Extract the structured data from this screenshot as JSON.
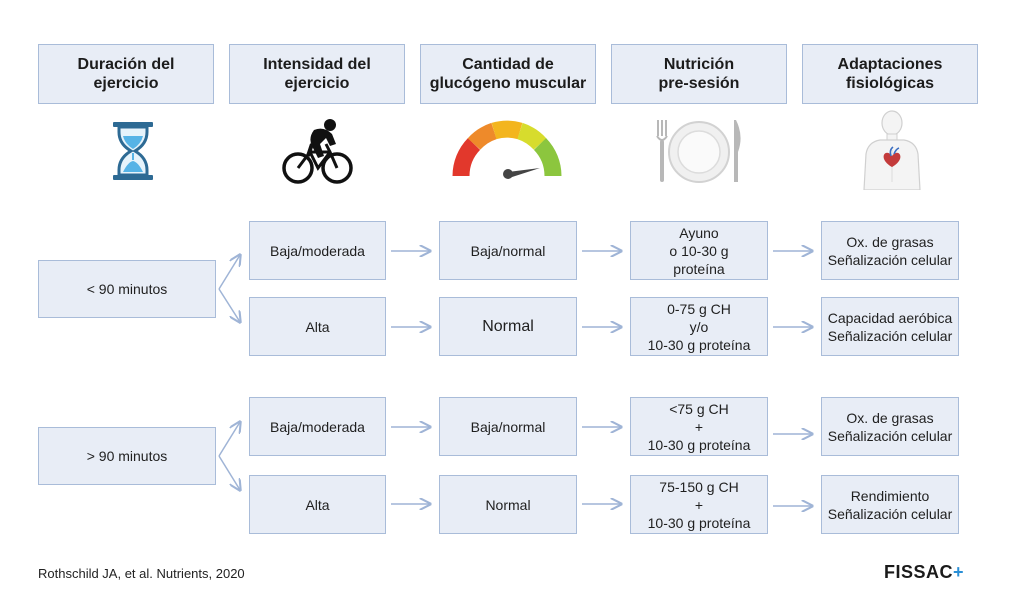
{
  "headers": [
    "Duración del\nejercicio",
    "Intensidad del\nejercicio",
    "Cantidad de\nglucógeno muscular",
    "Nutrición\npre-sesión",
    "Adaptaciones\nfisiológicas"
  ],
  "icons": [
    "hourglass-icon",
    "cyclist-icon",
    "gauge-icon",
    "plate-cutlery-icon",
    "human-torso-heart-icon"
  ],
  "groups": [
    {
      "duration": "< 90 minutos",
      "rows": [
        {
          "intensity": "Baja/moderada",
          "glycogen": "Baja/normal",
          "nutrition": "Ayuno\no 10-30 g\nproteína",
          "adaptation": "Ox. de grasas\nSeñalización celular"
        },
        {
          "intensity": "Alta",
          "glycogen": "Normal",
          "nutrition": "0-75 g CH\ny/o\n10-30 g proteína",
          "adaptation": "Capacidad aeróbica\nSeñalización celular"
        }
      ]
    },
    {
      "duration": "> 90 minutos",
      "rows": [
        {
          "intensity": "Baja/moderada",
          "glycogen": "Baja/normal",
          "nutrition": "<75 g CH\n+\n10-30 g proteína",
          "adaptation": "Ox. de grasas\nSeñalización celular"
        },
        {
          "intensity": "Alta",
          "glycogen": "Normal",
          "nutrition": "75-150 g CH\n+\n10-30 g proteína",
          "adaptation": "Rendimiento\nSeñalización celular"
        }
      ]
    }
  ],
  "citation": "Rothschild JA, et al. Nutrients, 2020",
  "brand": {
    "name": "FISSAC",
    "plus": "+"
  },
  "colors": {
    "box_fill": "#e8edf6",
    "box_border": "#a9bcd9",
    "arrow": "#9fb4d6",
    "hourglass": "#2d6a94",
    "hourglass_sand": "#56b3e6",
    "brand_plus": "#2a8fd6"
  }
}
